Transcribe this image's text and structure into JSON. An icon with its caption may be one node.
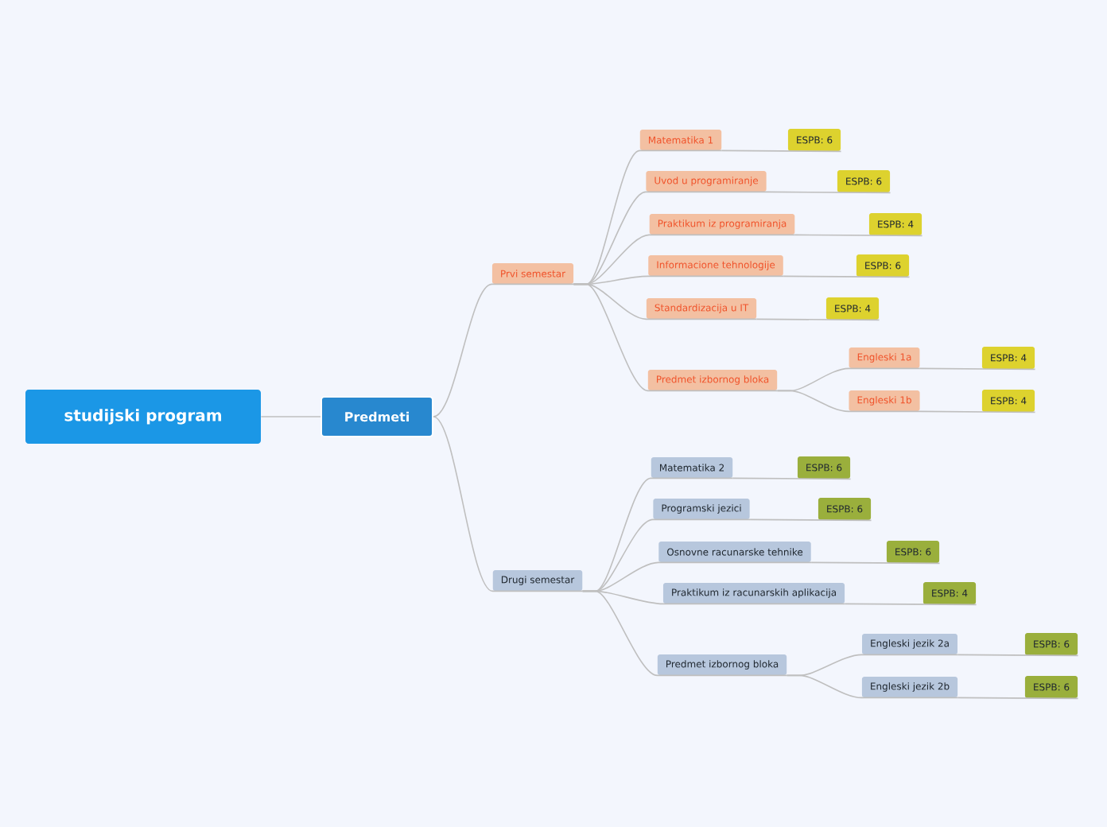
{
  "diagram": {
    "nodes": [
      {
        "text": [
          "studijski program"
        ]
      },
      {
        "text": [
          "Predmeti"
        ]
      },
      {
        "text": [
          "Prvi semestar"
        ]
      },
      {
        "text": [
          "Matematika 1"
        ]
      },
      {
        "text": [
          "ESPB: 6"
        ]
      },
      {
        "text": [
          "Uvod u programiranje"
        ]
      },
      {
        "text": [
          "ESPB: 6"
        ]
      },
      {
        "text": [
          "Praktikum iz programiranja"
        ]
      },
      {
        "text": [
          "ESPB: 4"
        ]
      },
      {
        "text": [
          "Informacione tehnologije"
        ]
      },
      {
        "text": [
          "ESPB: 6"
        ]
      },
      {
        "text": [
          "Standardizacija u IT"
        ]
      },
      {
        "text": [
          "ESPB: 4"
        ]
      },
      {
        "text": [
          "Predmet izbornog bloka"
        ]
      },
      {
        "text": [
          "Engleski 1a"
        ]
      },
      {
        "text": [
          "ESPB: 4"
        ]
      },
      {
        "text": [
          "Engleski 1b"
        ]
      },
      {
        "text": [
          "ESPB: 4"
        ]
      },
      {
        "text": [
          "Drugi semestar"
        ]
      },
      {
        "text": [
          "Matematika 2"
        ]
      },
      {
        "text": [
          "ESPB: 6"
        ]
      },
      {
        "text": [
          "Programski jezici"
        ]
      },
      {
        "text": [
          "ESPB: 6"
        ]
      },
      {
        "text": [
          "Osnovne racunarske tehnike"
        ]
      },
      {
        "text": [
          "ESPB: 6"
        ]
      },
      {
        "text": [
          "Praktikum iz racunarskih aplikacija"
        ]
      },
      {
        "text": [
          "ESPB: 4"
        ]
      },
      {
        "text": [
          "Predmet izbornog bloka"
        ]
      },
      {
        "text": [
          "Engleski jezik 2a"
        ]
      },
      {
        "text": [
          "ESPB: 6"
        ]
      },
      {
        "text": [
          "Engleski jezik 2b"
        ]
      },
      {
        "text": [
          "ESPB: 6"
        ]
      }
    ],
    "edges": [
      {
        "from": 0,
        "to": 1,
        "arrow": "none"
      },
      {
        "from": 1,
        "to": 2,
        "arrow": "none"
      },
      {
        "from": 2,
        "to": 3,
        "arrow": "none"
      },
      {
        "from": 3,
        "to": 4,
        "arrow": "none"
      },
      {
        "from": 2,
        "to": 5,
        "arrow": "none"
      },
      {
        "from": 5,
        "to": 6,
        "arrow": "none"
      },
      {
        "from": 2,
        "to": 7,
        "arrow": "none"
      },
      {
        "from": 7,
        "to": 8,
        "arrow": "none"
      },
      {
        "from": 2,
        "to": 9,
        "arrow": "none"
      },
      {
        "from": 9,
        "to": 10,
        "arrow": "none"
      },
      {
        "from": 2,
        "to": 11,
        "arrow": "none"
      },
      {
        "from": 11,
        "to": 12,
        "arrow": "none"
      },
      {
        "from": 2,
        "to": 13,
        "arrow": "none"
      },
      {
        "from": 13,
        "to": 14,
        "arrow": "none"
      },
      {
        "from": 14,
        "to": 15,
        "arrow": "none"
      },
      {
        "from": 13,
        "to": 16,
        "arrow": "none"
      },
      {
        "from": 16,
        "to": 17,
        "arrow": "none"
      },
      {
        "from": 1,
        "to": 18,
        "arrow": "none"
      },
      {
        "from": 18,
        "to": 19,
        "arrow": "none"
      },
      {
        "from": 19,
        "to": 20,
        "arrow": "none"
      },
      {
        "from": 18,
        "to": 21,
        "arrow": "none"
      },
      {
        "from": 21,
        "to": 22,
        "arrow": "none"
      },
      {
        "from": 18,
        "to": 23,
        "arrow": "none"
      },
      {
        "from": 23,
        "to": 24,
        "arrow": "none"
      },
      {
        "from": 18,
        "to": 25,
        "arrow": "none"
      },
      {
        "from": 25,
        "to": 26,
        "arrow": "none"
      },
      {
        "from": 18,
        "to": 27,
        "arrow": "none"
      },
      {
        "from": 27,
        "to": 28,
        "arrow": "none"
      },
      {
        "from": 28,
        "to": 29,
        "arrow": "none"
      },
      {
        "from": 27,
        "to": 30,
        "arrow": "none"
      },
      {
        "from": 30,
        "to": 31,
        "arrow": "none"
      }
    ]
  }
}
